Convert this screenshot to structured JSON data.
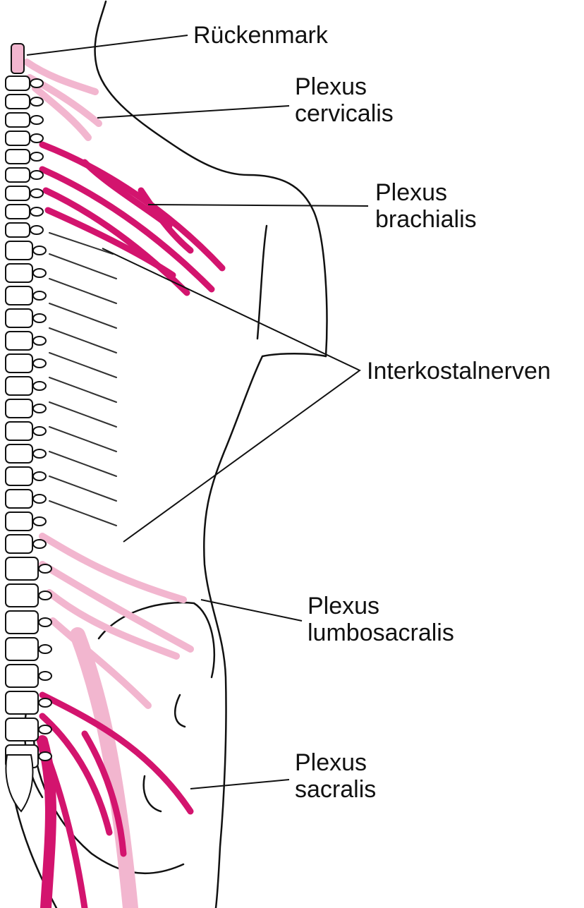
{
  "labels": {
    "rueckenmark": "Rückenmark",
    "plexus_cervicalis": [
      "Plexus",
      "cervicalis"
    ],
    "plexus_brachialis": [
      "Plexus",
      "brachialis"
    ],
    "interkostalnerven": "Interkostalnerven",
    "plexus_lumbosacralis": [
      "Plexus",
      "lumbosacralis"
    ],
    "plexus_sacralis": [
      "Plexus",
      "sacralis"
    ]
  },
  "colors": {
    "nerve_dark": "#d3146e",
    "nerve_light": "#f2b6cf",
    "outline": "#111111",
    "background": "#ffffff"
  }
}
